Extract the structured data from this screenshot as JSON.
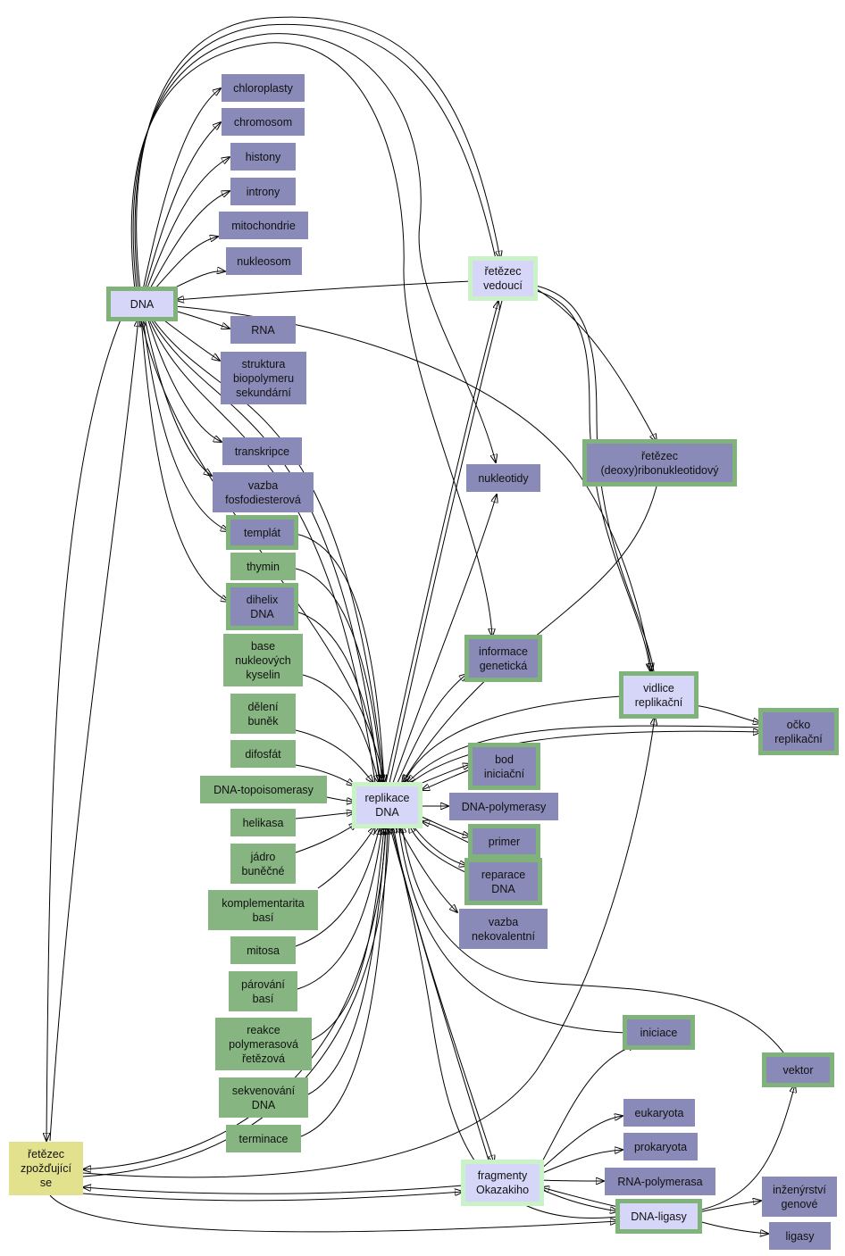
{
  "theme": {
    "purple": "#8a8ab8",
    "green": "#86b581",
    "yellow": "#e2e28e",
    "light": "#d6d6f8",
    "border_green": "#7fb37a",
    "border_pale": "#c9f2c6"
  },
  "nodes": {
    "dna": "DNA",
    "chloroplasty": "chloroplasty",
    "chromosom": "chromosom",
    "histony": "histony",
    "introny": "introny",
    "mitochondrie": "mitochondrie",
    "nukleosom": "nukleosom",
    "rna": "RNA",
    "struktura": "struktura\nbiopolymeru\nsekundární",
    "transkripce": "transkripce",
    "vazba_fosfo": "vazba\nfosfodiesterová",
    "templat": "templát",
    "thymin": "thymin",
    "dihelix": "dihelix\nDNA",
    "base": "base\nnukleových\nkyselin",
    "deleni": "dělení\nbuněk",
    "difosfat": "difosfát",
    "topoisomerasy": "DNA-topoisomerasy",
    "helikasa": "helikasa",
    "jadro": "jádro\nbuněčné",
    "komplementarita": "komplementarita\nbasí",
    "mitosa": "mitosa",
    "parovani": "párování\nbasí",
    "reakce": "reakce\npolymerasová\nřetězová",
    "sekvenovani": "sekvenování\nDNA",
    "terminace": "terminace",
    "zpozdujici": "řetězec\nzpožďující\nse",
    "vedouci": "řetězec\nvedoucí",
    "nukleotidy": "nukleotidy",
    "deoxyribo": "řetězec\n(deoxy)ribonukleotidový",
    "informace": "informace\ngenetická",
    "vidlice": "vidlice\nreplikační",
    "ocko": "očko\nreplikační",
    "replikace": "replikace\nDNA",
    "bod": "bod\niniciační",
    "polymerasy": "DNA-polymerasy",
    "primer": "primer",
    "reparace": "reparace\nDNA",
    "vazba_nekov": "vazba\nnekovalentní",
    "iniciace": "iniciace",
    "vektor": "vektor",
    "eukaryota": "eukaryota",
    "prokaryota": "prokaryota",
    "okazakiho": "fragmenty\nOkazakiho",
    "rna_polymerasa": "RNA-polymerasa",
    "ligasy_dna": "DNA-ligasy",
    "inzenyrstvi": "inženýrství\ngenové",
    "ligasy": "ligasy"
  }
}
